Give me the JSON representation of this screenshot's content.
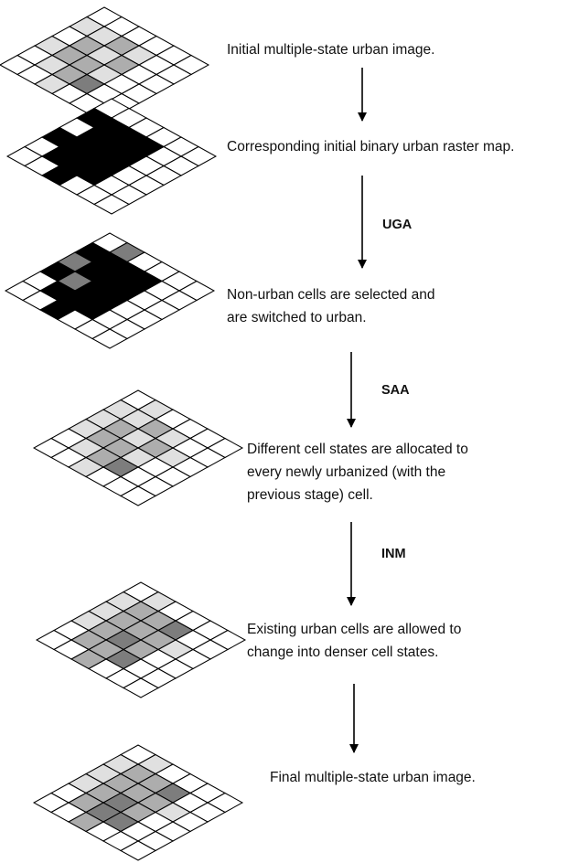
{
  "colors": {
    "background": "#ffffff",
    "grid_line": "#000000",
    "arrow": "#000000",
    "cell_states": {
      "0": "#ffffff",
      "1": "#e0e0e0",
      "2": "#adadad",
      "3": "#7d7d7d",
      "4": "#000000"
    }
  },
  "stages": [
    {
      "lines": [
        "Initial multiple-state urban image."
      ],
      "grid": [
        [
          0,
          0,
          0,
          0,
          0,
          0
        ],
        [
          1,
          1,
          2,
          1,
          0,
          0
        ],
        [
          0,
          2,
          1,
          2,
          0,
          0
        ],
        [
          1,
          2,
          2,
          1,
          0,
          0
        ],
        [
          0,
          1,
          2,
          3,
          0,
          0
        ],
        [
          0,
          0,
          1,
          0,
          0,
          0
        ]
      ]
    },
    {
      "lines": [
        "Corresponding initial binary urban raster map."
      ],
      "grid": [
        [
          0,
          0,
          0,
          0,
          0,
          0
        ],
        [
          4,
          4,
          4,
          4,
          0,
          0
        ],
        [
          0,
          4,
          4,
          4,
          0,
          0
        ],
        [
          4,
          4,
          4,
          4,
          0,
          0
        ],
        [
          0,
          4,
          4,
          4,
          0,
          0
        ],
        [
          0,
          0,
          4,
          0,
          0,
          0
        ]
      ]
    },
    {
      "lines": [
        "Non-urban cells are selected and",
        "are switched to urban."
      ],
      "grid": [
        [
          0,
          3,
          0,
          0,
          0,
          0
        ],
        [
          4,
          4,
          4,
          4,
          0,
          0
        ],
        [
          3,
          4,
          4,
          4,
          0,
          0
        ],
        [
          4,
          3,
          4,
          4,
          0,
          0
        ],
        [
          0,
          4,
          4,
          4,
          0,
          0
        ],
        [
          0,
          0,
          4,
          0,
          0,
          0
        ]
      ]
    },
    {
      "lines": [
        "Different cell states are allocated to",
        "every newly urbanized (with the",
        "previous stage) cell."
      ],
      "grid": [
        [
          0,
          1,
          0,
          0,
          0,
          0
        ],
        [
          1,
          1,
          2,
          1,
          0,
          0
        ],
        [
          1,
          2,
          1,
          2,
          1,
          0
        ],
        [
          1,
          2,
          2,
          1,
          0,
          0
        ],
        [
          0,
          1,
          2,
          3,
          0,
          0
        ],
        [
          0,
          0,
          1,
          0,
          0,
          0
        ]
      ]
    },
    {
      "lines": [
        "Existing urban cells are allowed to",
        "change into denser cell states."
      ],
      "grid": [
        [
          0,
          1,
          0,
          0,
          0,
          0
        ],
        [
          1,
          2,
          2,
          3,
          0,
          0
        ],
        [
          1,
          2,
          2,
          2,
          1,
          0
        ],
        [
          1,
          2,
          3,
          2,
          0,
          0
        ],
        [
          0,
          2,
          2,
          3,
          0,
          0
        ],
        [
          0,
          0,
          2,
          0,
          0,
          0
        ]
      ]
    },
    {
      "lines": [
        "Final multiple-state urban image."
      ],
      "grid": [
        [
          0,
          1,
          0,
          0,
          0,
          0
        ],
        [
          1,
          2,
          2,
          3,
          0,
          0
        ],
        [
          1,
          2,
          2,
          2,
          1,
          0
        ],
        [
          1,
          2,
          3,
          2,
          0,
          0
        ],
        [
          0,
          2,
          3,
          3,
          0,
          0
        ],
        [
          0,
          0,
          2,
          0,
          0,
          0
        ]
      ]
    }
  ],
  "transitions": [
    "",
    "UGA",
    "SAA",
    "INM",
    ""
  ]
}
